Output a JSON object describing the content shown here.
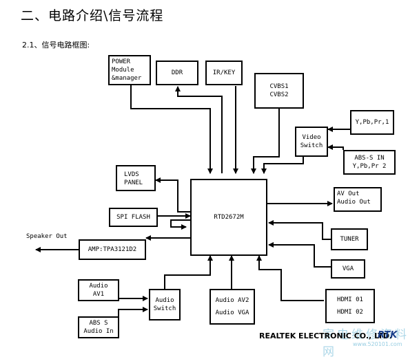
{
  "title": "二、电路介绍\\信号流程",
  "subtitle": "2.1、信号电路框图:",
  "blocks": {
    "power": [
      "POWER",
      "Module",
      "&manager"
    ],
    "ddr": [
      "DDR"
    ],
    "irkey": [
      "IR/KEY"
    ],
    "cvbs": [
      "CVBS1",
      "CVBS2"
    ],
    "video_switch": [
      "Video",
      "Switch"
    ],
    "ypbpr1": [
      "Y,Pb,Pr,1"
    ],
    "abs_s_in": [
      "ABS-S IN",
      "Y,Pb,Pr 2"
    ],
    "lvds": [
      "LVDS",
      "PANEL"
    ],
    "spi_flash": [
      "SPI FLASH"
    ],
    "rtd": [
      "RTD2672M"
    ],
    "av_out": [
      "AV Out",
      "Audio Out"
    ],
    "amp": [
      "AMP:TPA3121D2"
    ],
    "tuner": [
      "TUNER"
    ],
    "vga": [
      "VGA"
    ],
    "audio_av1": [
      "Audio",
      "AV1"
    ],
    "audio_switch": [
      "Audio",
      "Switch"
    ],
    "audio_av2_vga": [
      "Audio AV2",
      "Audio VGA"
    ],
    "hdmi": [
      "HDMI 01",
      "HDMI 02"
    ],
    "abs_s_audio": [
      "ABS S",
      "Audio In"
    ]
  },
  "speaker_out": "Speaker Out",
  "footer": "REALTEK ELECTRONIC CO., LTD.",
  "logo": "RTK",
  "watermark": {
    "cn": "家电维修资料网",
    "url": "www.520101.com"
  }
}
